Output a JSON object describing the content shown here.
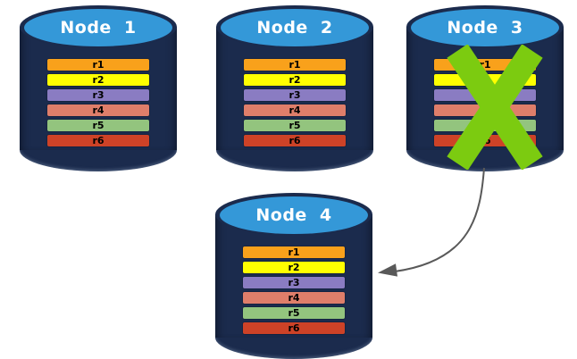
{
  "diagram": {
    "background": "#FFFFFF",
    "node_style": {
      "body_color": "#1B2B4D",
      "top_color": "#3498D8",
      "label_color": "#FFFFFF",
      "row_label_color": "#000000"
    },
    "nodes": [
      {
        "label": "Node 1",
        "failed": false,
        "rows": [
          {
            "label": "r1",
            "color": "#F9A11B"
          },
          {
            "label": "r2",
            "color": "#FFFF00"
          },
          {
            "label": "r3",
            "color": "#8A7CC2"
          },
          {
            "label": "r4",
            "color": "#DF7E6A"
          },
          {
            "label": "r5",
            "color": "#93C47E"
          },
          {
            "label": "r6",
            "color": "#CD4227"
          }
        ]
      },
      {
        "label": "Node 2",
        "failed": false,
        "rows": [
          {
            "label": "r1",
            "color": "#F9A11B"
          },
          {
            "label": "r2",
            "color": "#FFFF00"
          },
          {
            "label": "r3",
            "color": "#8A7CC2"
          },
          {
            "label": "r4",
            "color": "#DF7E6A"
          },
          {
            "label": "r5",
            "color": "#93C47E"
          },
          {
            "label": "r6",
            "color": "#CD4227"
          }
        ]
      },
      {
        "label": "Node 3",
        "failed": true,
        "rows": [
          {
            "label": "r1",
            "color": "#F9A11B"
          },
          {
            "label": "r2",
            "color": "#FFFF00"
          },
          {
            "label": "r3",
            "color": "#8A7CC2"
          },
          {
            "label": "r4",
            "color": "#DF7E6A"
          },
          {
            "label": "r5",
            "color": "#93C47E"
          },
          {
            "label": "r6",
            "color": "#CD4227"
          }
        ]
      },
      {
        "label": "Node 4",
        "failed": false,
        "rows": [
          {
            "label": "r1",
            "color": "#F9A11B"
          },
          {
            "label": "r2",
            "color": "#FFFF00"
          },
          {
            "label": "r3",
            "color": "#8A7CC2"
          },
          {
            "label": "r4",
            "color": "#DF7E6A"
          },
          {
            "label": "r5",
            "color": "#93C47E"
          },
          {
            "label": "r6",
            "color": "#CD4227"
          }
        ]
      }
    ],
    "failure_mark": {
      "on_node": "Node 3",
      "shape": "x-cross",
      "color": "#7CCB10"
    },
    "arrow": {
      "from": "Node 3",
      "to": "Node 4",
      "color": "#595959",
      "style": "curved"
    }
  }
}
